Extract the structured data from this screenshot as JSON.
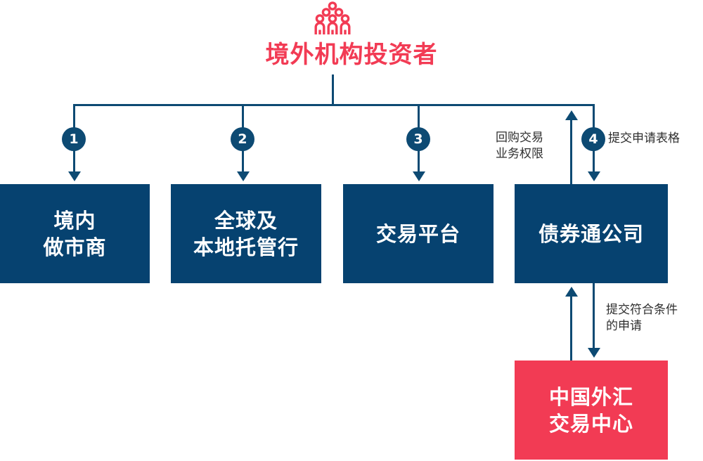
{
  "diagram": {
    "title": "境外机构投资者",
    "title_color": "#f23b54",
    "icon": "people-group-icon",
    "line_color": "#0d4a73",
    "box_navy_color": "#064270",
    "box_red_color": "#f23b54"
  },
  "nodes": [
    {
      "id": "domestic-market-maker",
      "badge": "1",
      "line1": "境内",
      "line2": "做市商",
      "color": "#064270"
    },
    {
      "id": "custodian-banks",
      "badge": "2",
      "line1": "全球及",
      "line2": "本地托管行",
      "color": "#064270"
    },
    {
      "id": "trading-platform",
      "badge": "3",
      "line1": "交易平台",
      "line2": "",
      "color": "#064270"
    },
    {
      "id": "bond-connect-company",
      "badge": "4",
      "line1": "债券通公司",
      "line2": "",
      "color": "#064270"
    },
    {
      "id": "cfets",
      "badge": "",
      "line1": "中国外汇",
      "line2": "交易中心",
      "color": "#f23b54"
    }
  ],
  "annotations": [
    {
      "id": "repo-authority",
      "line1": "回购交易",
      "line2": "业务权限",
      "direction": "up"
    },
    {
      "id": "submit-form",
      "line1": "提交申请表格",
      "line2": "",
      "direction": "down"
    },
    {
      "id": "submit-eligible",
      "line1": "提交符合条件",
      "line2": "的申请",
      "direction": "down"
    }
  ]
}
